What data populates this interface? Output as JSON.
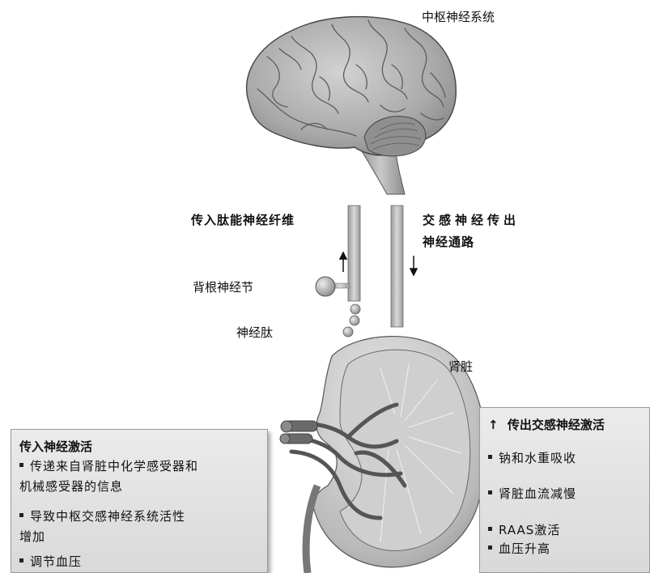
{
  "labels": {
    "cns": "中枢神经系统",
    "afferent_fiber": "传入肽能神经纤维",
    "efferent_line1": "交感神经传出",
    "efferent_line2": "神经通路",
    "drg": "背根神经节",
    "neuropeptide": "神经肽",
    "kidney": "肾脏"
  },
  "left_box": {
    "title": "传入神经激活",
    "items": [
      [
        "传递来自肾脏中化学感受器和",
        "机械感受器的信息"
      ],
      [
        "导致中枢交感神经系统活性",
        "增加"
      ],
      [
        "调节血压"
      ]
    ]
  },
  "right_box": {
    "arrow": "↑",
    "title": "传出交感神经激活",
    "items": [
      "钠和水重吸收",
      "肾脏血流减慢",
      "RAAS激活",
      "血压升高"
    ]
  }
}
